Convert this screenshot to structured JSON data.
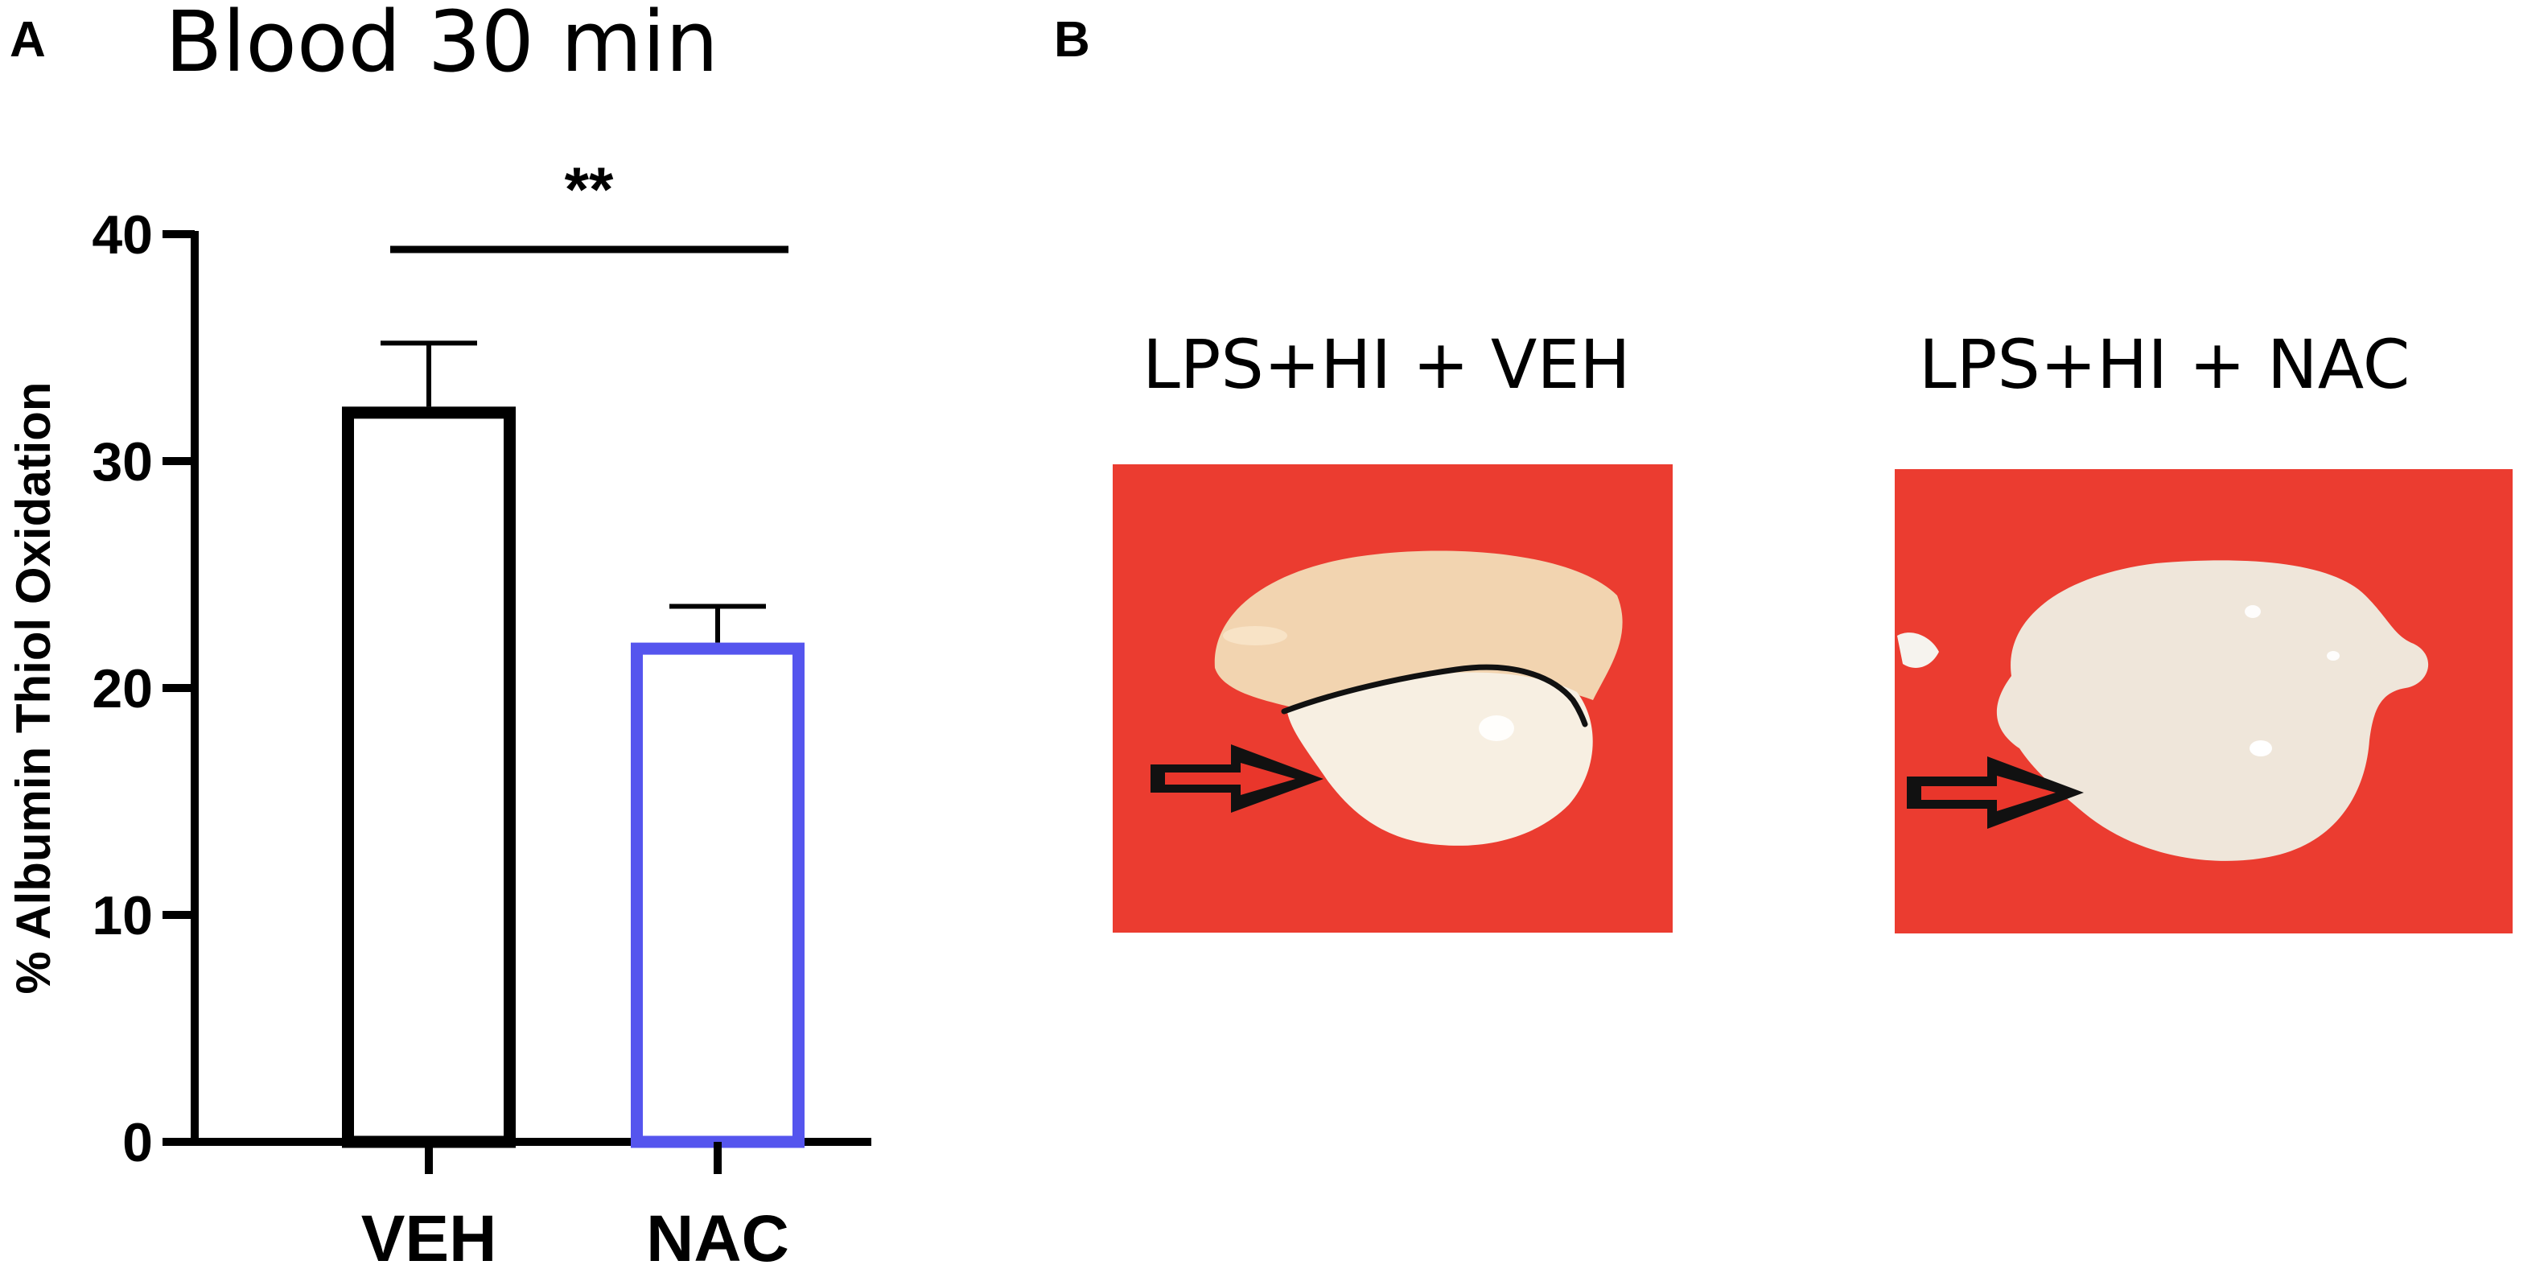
{
  "panels": {
    "a_letter": "A",
    "b_letter": "B"
  },
  "chart_data": {
    "type": "bar",
    "title": "Blood 30 min",
    "categories": [
      "VEH",
      "NAC"
    ],
    "values": [
      32.4,
      22.0
    ],
    "errors": [
      2.8,
      1.6
    ],
    "bar_colors": [
      "#000000",
      "#5555ee"
    ],
    "ylabel": "% Albumin Thiol Oxidation",
    "xlabel": "",
    "ylim": [
      0,
      40
    ],
    "yticks": [
      0,
      10,
      20,
      30,
      40
    ],
    "grid": false,
    "significance": {
      "label": "**",
      "between": [
        "VEH",
        "NAC"
      ]
    }
  },
  "photos": [
    {
      "title": "LPS+HI + VEH",
      "description_icon": "brain-photo-veh",
      "background_color": "#e9362b"
    },
    {
      "title": "LPS+HI + NAC",
      "description_icon": "brain-photo-nac",
      "background_color": "#e9362b"
    }
  ]
}
